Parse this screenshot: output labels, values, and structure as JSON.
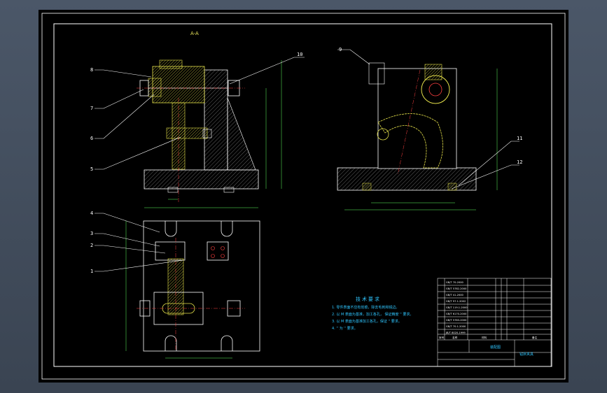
{
  "colors": {
    "background": "#3f4a5a",
    "sheet": "#000000",
    "outline": "#ffffff",
    "hatch": "#e4e04a",
    "dimension": "#62ff62",
    "note": "#2fc6ff",
    "accent": "#ff4040"
  },
  "section_label": "A-A",
  "part_callouts": {
    "c8": "8",
    "c7": "7",
    "c6": "6",
    "c5": "5",
    "c10": "10",
    "c9": "9",
    "c11": "11",
    "c12": "12",
    "c4": "4",
    "c3": "3",
    "c2": "2",
    "c1": "1"
  },
  "tech_requirements": {
    "title": "技术要求",
    "lines": [
      "1. 零件表面不应有划痕，除去毛刺和锐边。",
      "2. 以 M 表面为基准，加工各孔， 保证精度 ''  要求。",
      "3. 以 M 表面为基准加工各孔，保证 ''  要求。",
      "4. '' 为 ''  要求。"
    ]
  },
  "title_block": {
    "part_rows": [
      "GB/T 70-2000",
      "GB/T 5782-2000",
      "GB/T 41-2000",
      "GB/T 97.1-2002",
      "GB/T 119.1-2000",
      "GB/T 6170-2000",
      "GB/T 5783-2000",
      "GB/T 70.1-2000",
      "JB/T 8020-1999"
    ],
    "header_index": "序号",
    "header_name": "名称",
    "header_material": "材料",
    "header_note": "备注",
    "drawing_title": "装配图",
    "product_name": "钻床夹具"
  }
}
